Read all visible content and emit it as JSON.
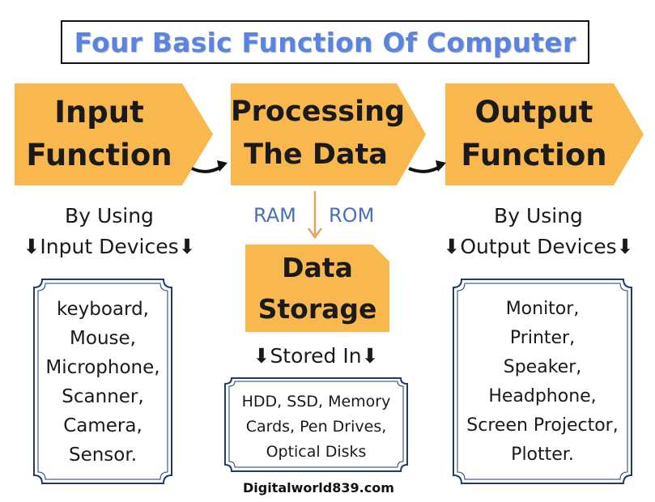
{
  "title": "Four Basic Function Of Computer",
  "colors": {
    "shape_fill": "#f9b84e",
    "title_text": "#5b84e0",
    "ram_rom_text": "#4a6fc0",
    "connector": "#e2a45a"
  },
  "steps": {
    "input": {
      "line1": "Input",
      "line2": "Function"
    },
    "processing": {
      "line1": "Processing",
      "line2": "The Data"
    },
    "output": {
      "line1": "Output",
      "line2": "Function"
    }
  },
  "input_col": {
    "by_using": "By Using",
    "devices_label": "Input Devices",
    "items": [
      "keyboard,",
      "Mouse,",
      "Microphone,",
      "Scanner,",
      "Camera,",
      "Sensor."
    ]
  },
  "output_col": {
    "by_using": "By Using",
    "devices_label": "Output Devices",
    "items": [
      "Monitor,",
      "Printer,",
      "Speaker,",
      "Headphone,",
      "Screen Projector,",
      "Plotter."
    ]
  },
  "memory": {
    "ram": "RAM",
    "rom": "ROM"
  },
  "storage": {
    "line1": "Data",
    "line2": "Storage",
    "stored_in": "Stored In",
    "items": [
      "HDD, SSD, Memory",
      "Cards, Pen Drives,",
      "Optical Disks"
    ]
  },
  "icons": {
    "down_arrow": "⬇",
    "connector_arrow": "curved-arrow-icon"
  },
  "footer": "Digitalworld839.com"
}
